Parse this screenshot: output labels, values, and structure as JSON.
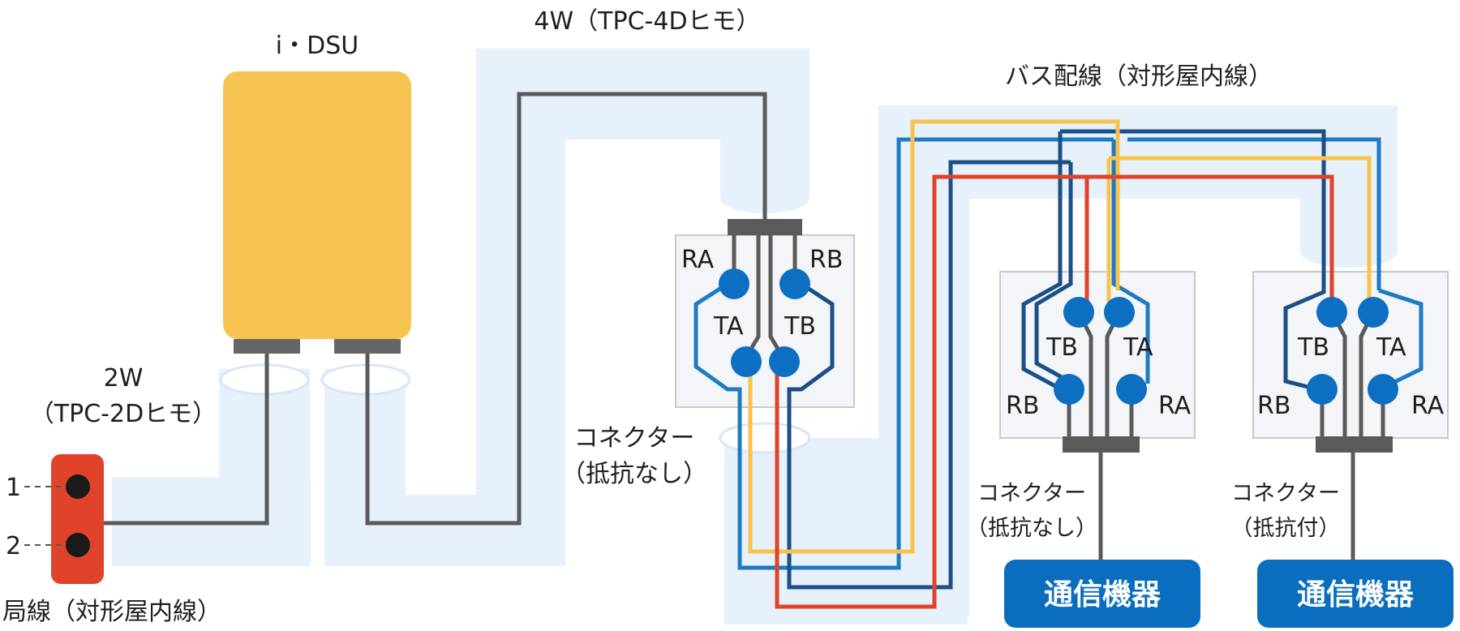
{
  "labels": {
    "idsu": "i・DSU",
    "w4_cable": "4W（TPC-4Dヒモ）",
    "bus_wiring": "バス配線（対形屋内線）",
    "w2_line1": "2W",
    "w2_line2": "（TPC-2Dヒモ）",
    "pin1": "1",
    "pin2": "2",
    "kyokusen": "局線（対形屋内線）",
    "connector1_line1": "コネクター",
    "connector1_line2": "（抵抗なし）",
    "connector2_line1": "コネクター",
    "connector2_line2": "（抵抗なし）",
    "connector3_line1": "コネクター",
    "connector3_line2": "（抵抗付）"
  },
  "connector1": {
    "ra": "RA",
    "rb": "RB",
    "ta": "TA",
    "tb": "TB"
  },
  "connector2": {
    "tb": "TB",
    "ta": "TA",
    "rb": "RB",
    "ra": "RA"
  },
  "connector3": {
    "tb": "TB",
    "ta": "TA",
    "rb": "RB",
    "ra": "RA"
  },
  "devices": {
    "device1": "通信機器",
    "device2": "通信機器"
  },
  "colors": {
    "idsu": "#f7c452",
    "bg_band": "#e6f1fb",
    "wire_gray": "#5a5a5a",
    "wire_blue": "#1f7ac4",
    "wire_dark": "#1c4f85",
    "wire_yellow": "#f9c24d",
    "wire_red": "#e0432a",
    "terminal": "#0d6fc1",
    "device": "#0b6dbd",
    "plug": "#e0432a"
  }
}
